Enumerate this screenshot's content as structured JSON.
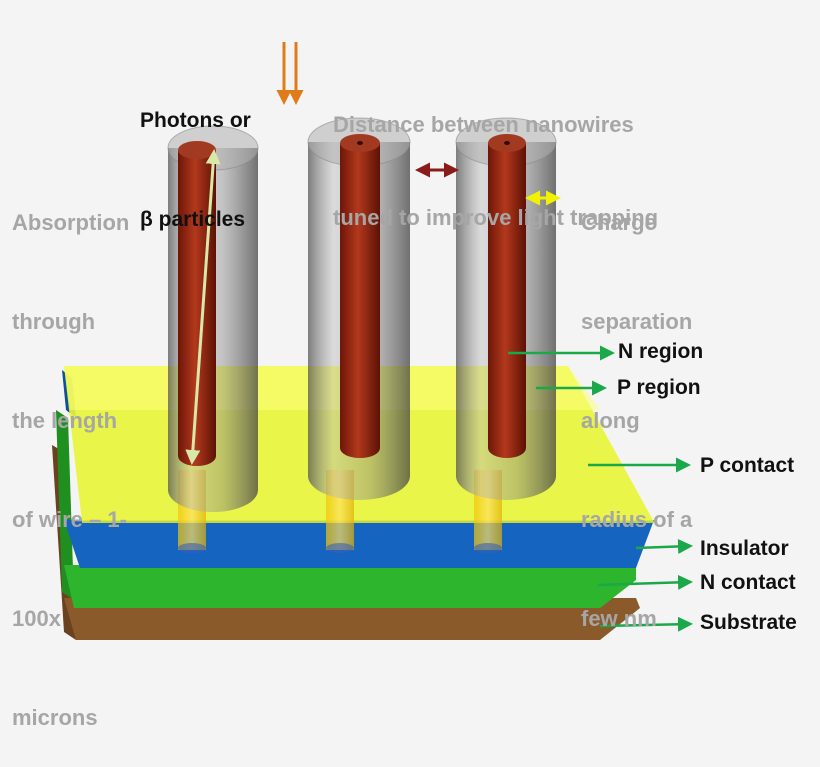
{
  "labels": {
    "photons": [
      "Photons or",
      "β particles"
    ],
    "distance": [
      "Distance between nanowires",
      "tuned to improve light trapping"
    ],
    "absorption": [
      "Absorption",
      "through",
      "the length",
      "of wire – 1-",
      "100x",
      "microns"
    ],
    "charge": [
      "Charge",
      "separation",
      "along",
      "radius of a",
      "few nm"
    ],
    "n_region": "N region",
    "p_region": "P region",
    "p_contact": "P contact",
    "insulator": "Insulator",
    "n_contact": "N contact",
    "substrate": "Substrate"
  },
  "colors": {
    "background": "#f4f4f4",
    "p_contact_layer": "#e8f43a",
    "insulator_layer": "#1565c0",
    "n_contact_layer": "#2db52d",
    "substrate_layer": "#8b5a2b",
    "nanowire_core": "#9b2a14",
    "nanowire_shell": "#8a8a8a",
    "photon_arrow": "#e07b1a",
    "spacing_arrow": "#8b1a1a",
    "radius_arrow": "#f2f200",
    "pointer_arrow": "#1aa84a",
    "length_arrow": "#d8e8a8",
    "gray_text": "#a6a6a6"
  }
}
